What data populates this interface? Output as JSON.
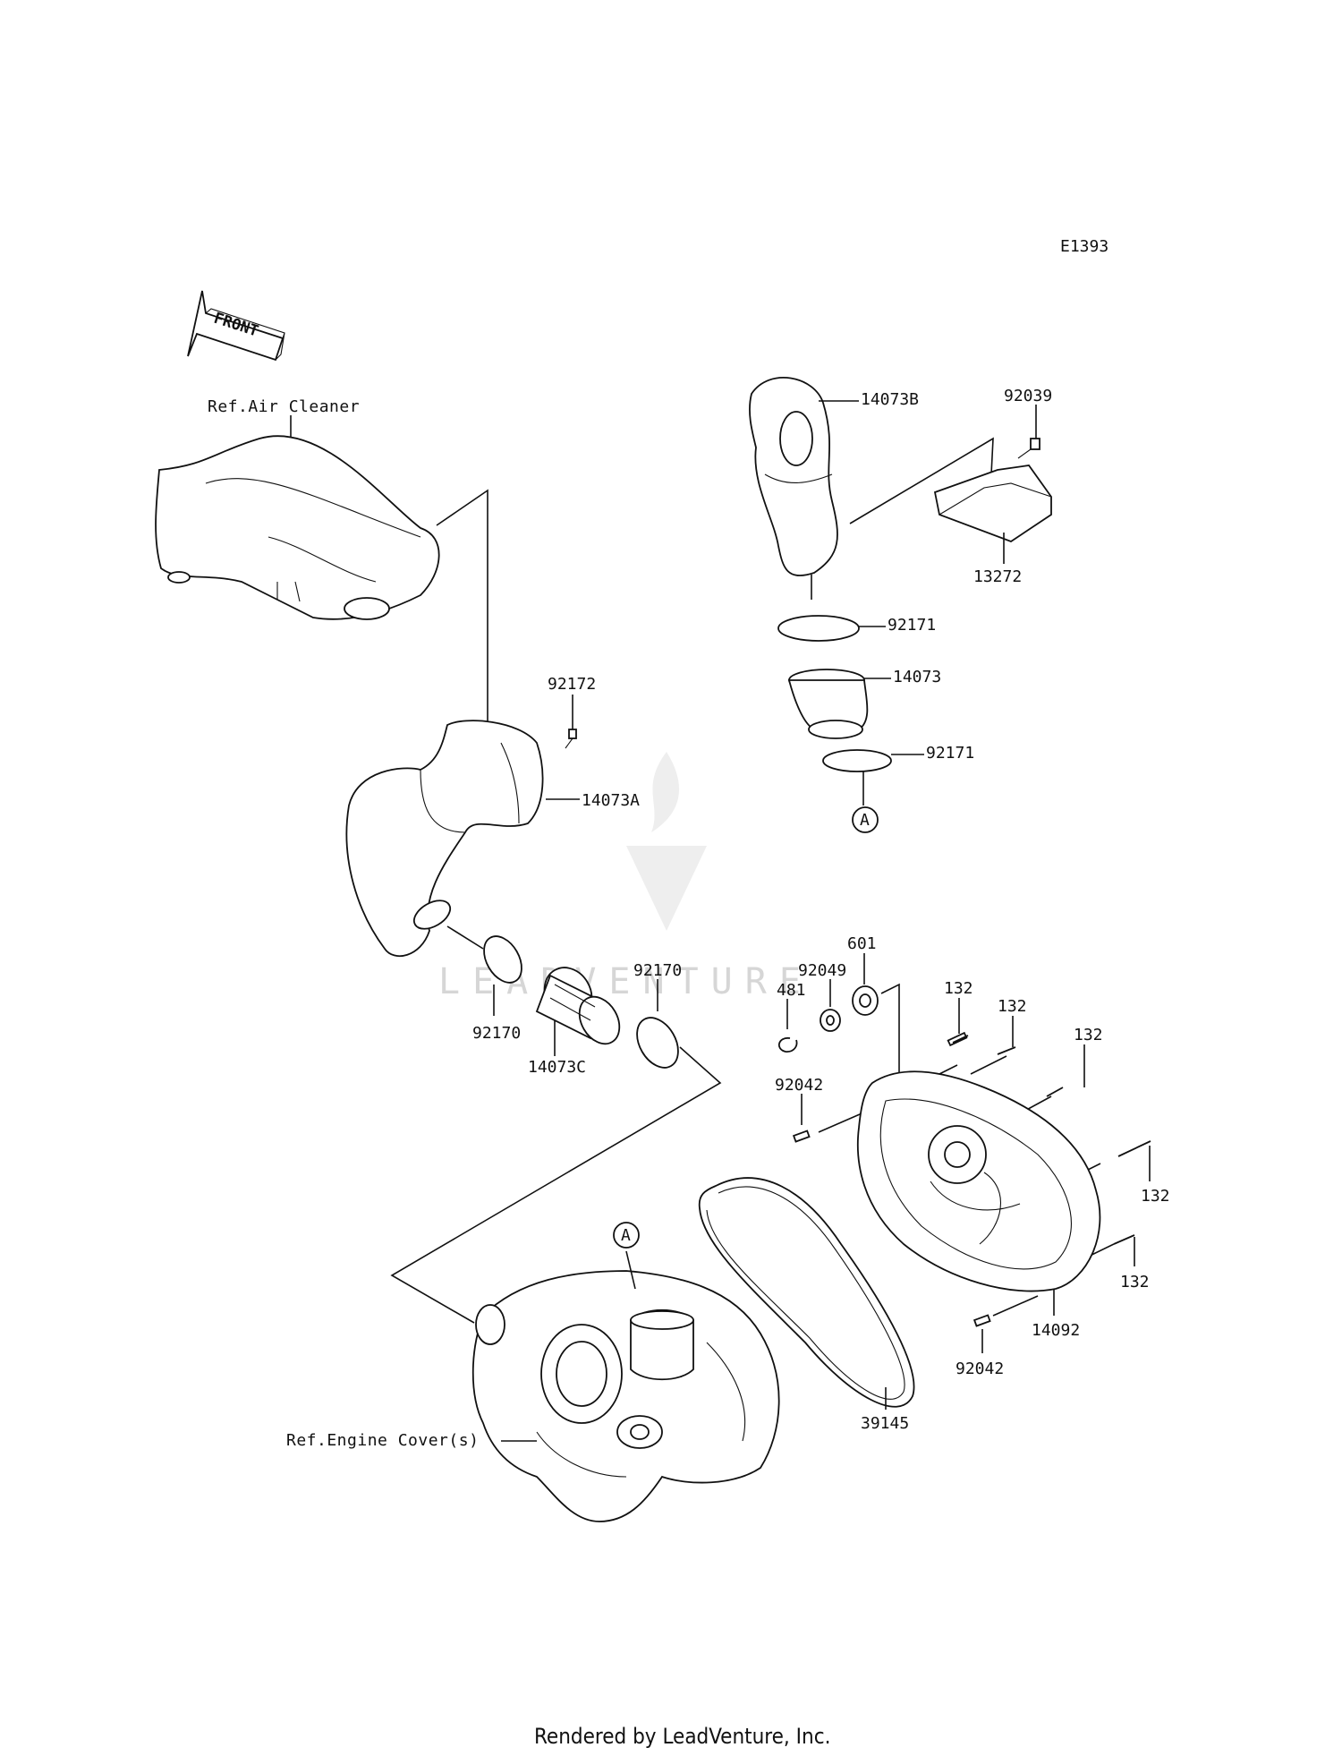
{
  "diagram_id": "E1393",
  "front_label": "FRONT",
  "references": {
    "air_cleaner": "Ref.Air Cleaner",
    "engine_cover": "Ref.Engine Cover(s)"
  },
  "callout_marker": "A",
  "parts": {
    "p14073B": "14073B",
    "p92039": "92039",
    "p13272": "13272",
    "p92171_top": "92171",
    "p14073": "14073",
    "p92171_bottom": "92171",
    "p92172": "92172",
    "p14073A": "14073A",
    "p92170_left": "92170",
    "p14073C": "14073C",
    "p92170_right": "92170",
    "p601": "601",
    "p92049": "92049",
    "p481": "481",
    "p92042_top": "92042",
    "p132_a": "132",
    "p132_b": "132",
    "p132_c": "132",
    "p132_d": "132",
    "p132_e": "132",
    "p14092": "14092",
    "p92042_bottom": "92042",
    "p39145": "39145"
  },
  "watermark": "LEADVENTURE",
  "footer": "Rendered by LeadVenture, Inc."
}
